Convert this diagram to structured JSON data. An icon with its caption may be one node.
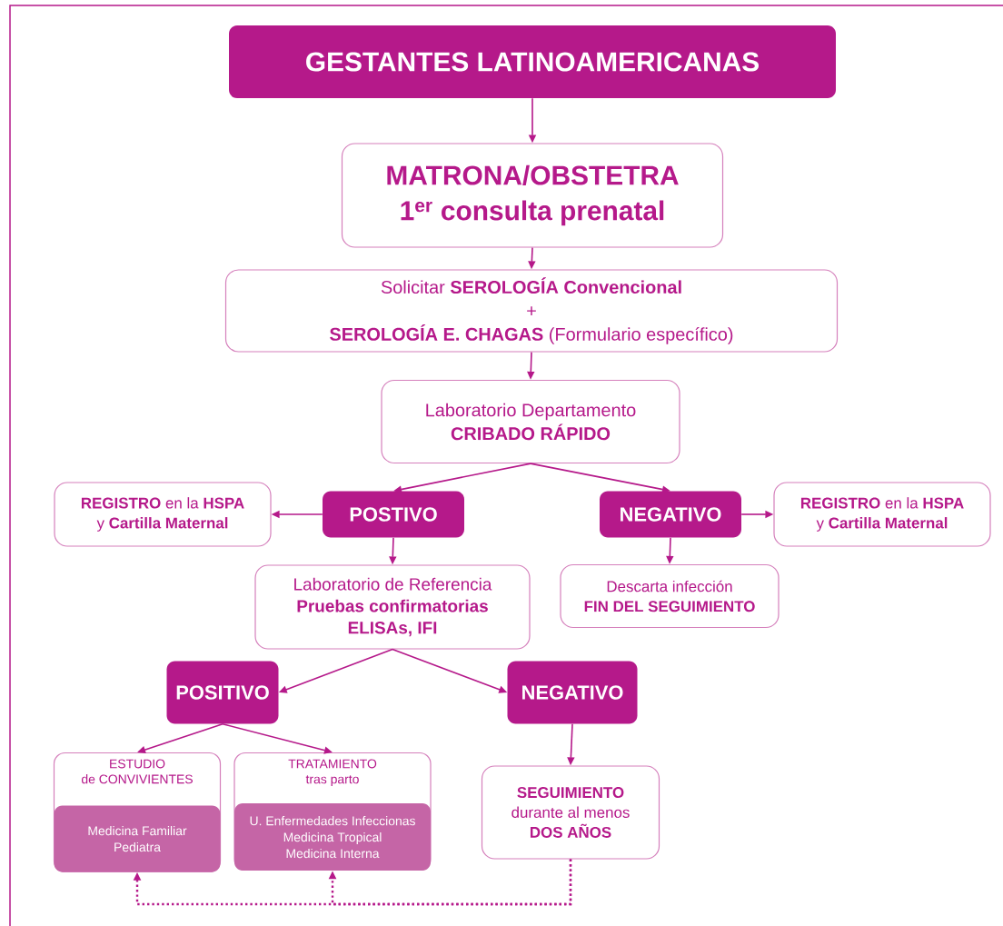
{
  "diagram": {
    "nodes": [
      {
        "text": [
          "GESTANTES LATINOAMERICANAS"
        ]
      },
      {
        "text": [
          "MATRONA/OBSTETRA",
          "1$^{er}$ consulta prenatal"
        ]
      },
      {
        "text": [
          "Solicitar **SEROLOGÍA Convencional**",
          "+",
          "**SEROLOGÍA E. CHAGAS** (Formulario específico)"
        ]
      },
      {
        "text": [
          "Laboratorio Departamento",
          "CRIBADO RÁPIDO"
        ]
      },
      {
        "text": [
          "**REGISTRO** en la **HSPA**",
          "y **Cartilla Maternal**"
        ]
      },
      {
        "text": [
          "POSTIVO"
        ]
      },
      {
        "text": [
          "NEGATIVO"
        ]
      },
      {
        "text": [
          "**REGISTRO** en la **HSPA**",
          "y **Cartilla Maternal**"
        ]
      },
      {
        "text": [
          "Laboratorio de Referencia",
          "Pruebas confirmatorias",
          "ELISAs, IFI"
        ]
      },
      {
        "text": [
          "Descarta infección",
          "FIN DEL SEGUIMIENTO"
        ]
      },
      {
        "text": [
          "POSITIVO"
        ]
      },
      {
        "text": [
          "NEGATIVO"
        ]
      },
      {
        "text": [
          "ESTUDIO",
          "de CONVIVIENTES"
        ]
      },
      {
        "text": [
          "Medicina Familiar",
          "Pediatra"
        ],
        "in": 12
      },
      {
        "text": [
          "TRATAMIENTO",
          "tras parto"
        ]
      },
      {
        "text": [
          "U. Enfermedades Infeccionas",
          "Medicina Tropical",
          "Medicina Interna"
        ],
        "in": 14
      },
      {
        "text": [
          "SEGUIMIENTO",
          "durante al menos",
          "DOS AÑOS"
        ]
      }
    ],
    "edges": [
      {
        "from": 0,
        "to": 1,
        "arrow": "to"
      },
      {
        "from": 1,
        "to": 2,
        "arrow": "to"
      },
      {
        "from": 2,
        "to": 3,
        "arrow": "to"
      },
      {
        "from": 3,
        "to": 5,
        "arrow": "to"
      },
      {
        "from": 3,
        "to": 6,
        "arrow": "to"
      },
      {
        "from": 5,
        "to": 4,
        "arrow": "to"
      },
      {
        "from": 6,
        "to": 7,
        "arrow": "to"
      },
      {
        "from": 5,
        "to": 8,
        "arrow": "to"
      },
      {
        "from": 6,
        "to": 9,
        "arrow": "to"
      },
      {
        "from": 8,
        "to": 10,
        "arrow": "to"
      },
      {
        "from": 8,
        "to": 11,
        "arrow": "to"
      },
      {
        "from": 10,
        "to": 12,
        "arrow": "to"
      },
      {
        "from": 10,
        "to": 14,
        "arrow": "to"
      },
      {
        "from": 11,
        "to": 16,
        "arrow": "to"
      },
      {
        "from": 16,
        "to": 13,
        "arrow": "to",
        "style": "dashed"
      },
      {
        "from": 16,
        "to": 15,
        "arrow": "to",
        "style": "dashed"
      }
    ]
  }
}
